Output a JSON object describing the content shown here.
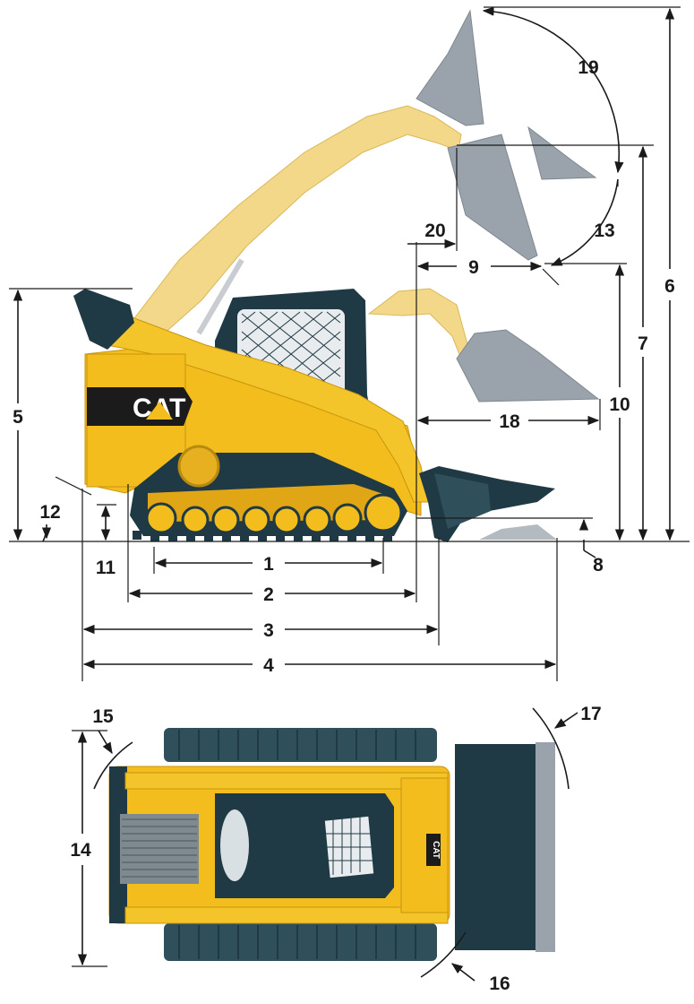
{
  "diagram": {
    "brand_logo_text": "CAT",
    "brand_logo_text_small": "CAT",
    "colors": {
      "machine_yellow": "#f2bd1d",
      "machine_yellow_dark": "#c9950e",
      "arm_pale": "#f3d88a",
      "bucket_grey": "#9aa3ab",
      "bucket_grey_dark": "#6e7880",
      "dark_teal": "#1f3a44",
      "track_teal": "#2f4f5a",
      "decal_black": "#1b1b1b",
      "line": "#1a1a1a"
    },
    "dimension_labels": {
      "d1": "1",
      "d2": "2",
      "d3": "3",
      "d4": "4",
      "d5": "5",
      "d6": "6",
      "d7": "7",
      "d8": "8",
      "d9": "9",
      "d10": "10",
      "d11": "11",
      "d12": "12",
      "d13": "13",
      "d14": "14",
      "d15": "15",
      "d16": "16",
      "d17": "17",
      "d18": "18",
      "d19": "19",
      "d20": "20"
    }
  }
}
